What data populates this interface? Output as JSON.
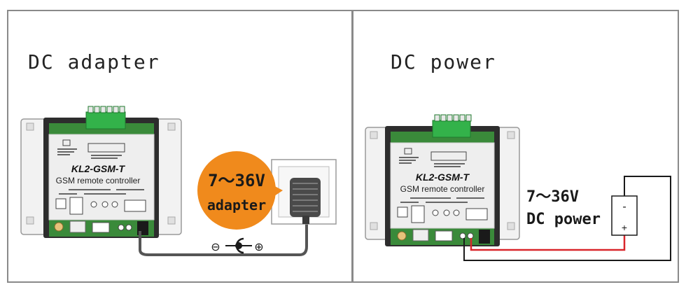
{
  "left_panel": {
    "title": "DC adapter"
  },
  "right_panel": {
    "title": "DC power"
  },
  "device": {
    "model": "KL2-GSM-T",
    "subtitle": "GSM remote controller"
  },
  "adapter_badge": {
    "voltage": "7～36V",
    "label": "adapter"
  },
  "power_label": {
    "voltage": "7～36V",
    "label": "DC power"
  },
  "supply_box": {
    "minus": "-",
    "plus": "+"
  },
  "polarity": {
    "minus": "⊖",
    "plus": "⊕"
  },
  "colors": {
    "orange": "#f08a1c",
    "terminal_green": "#33b24a",
    "wire_red": "#d9262b",
    "wire_black": "#1a1a1a",
    "border": "#8a8a8a"
  }
}
